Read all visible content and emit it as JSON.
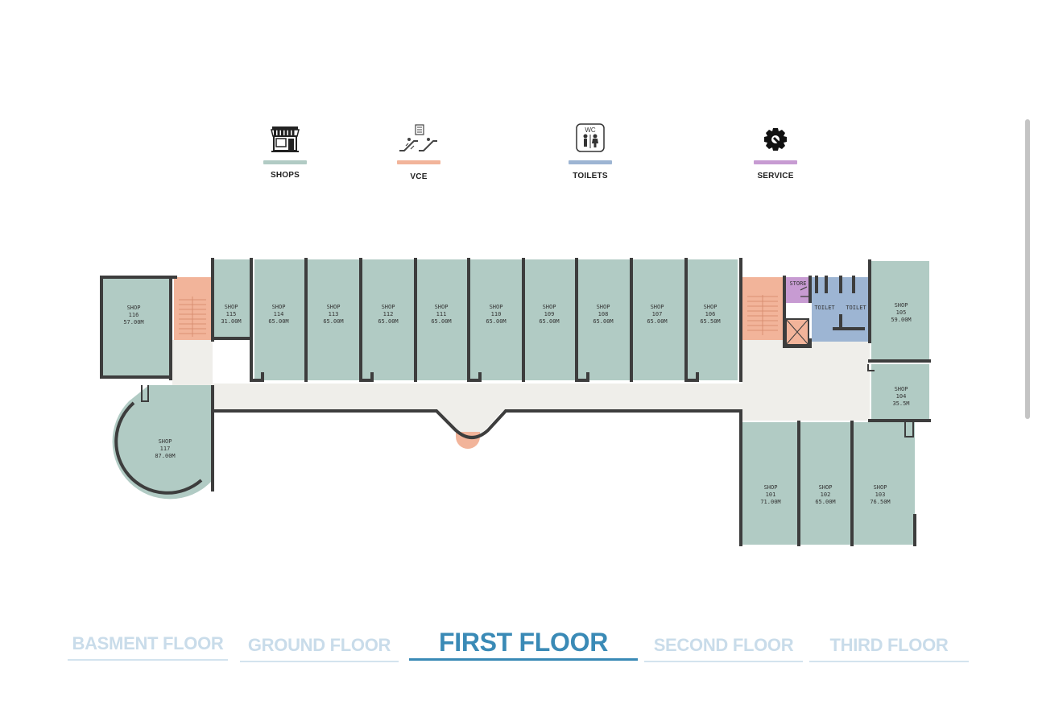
{
  "legend": [
    {
      "label": "SHOPS",
      "icon": "shop-icon",
      "color": "#b1cbc4"
    },
    {
      "label": "VCE",
      "icon": "escalator-icon",
      "color": "#f2b49a"
    },
    {
      "label": "TOILETS",
      "icon": "wc-icon",
      "color": "#9db5d3"
    },
    {
      "label": "SERVICE",
      "icon": "gear-icon",
      "color": "#c79bd2"
    }
  ],
  "colors": {
    "shop": "#b1cbc4",
    "vce": "#f2b49a",
    "toilet": "#9db5d3",
    "service": "#c79bd2",
    "corridor": "#efeeea",
    "wall": "#3d3d3d",
    "active": "#3a8ab6",
    "inactive": "#c9dcea"
  },
  "rooms": {
    "s116": {
      "name": "SHOP",
      "num": "116",
      "area": "57.00M"
    },
    "s115": {
      "name": "SHOP",
      "num": "115",
      "area": "31.00M"
    },
    "s114": {
      "name": "SHOP",
      "num": "114",
      "area": "65.00M"
    },
    "s113": {
      "name": "SHOP",
      "num": "113",
      "area": "65.00M"
    },
    "s112": {
      "name": "SHOP",
      "num": "112",
      "area": "65.00M"
    },
    "s111": {
      "name": "SHOP",
      "num": "111",
      "area": "65.00M"
    },
    "s110": {
      "name": "SHOP",
      "num": "110",
      "area": "65.00M"
    },
    "s109": {
      "name": "SHOP",
      "num": "109",
      "area": "65.00M"
    },
    "s108": {
      "name": "SHOP",
      "num": "108",
      "area": "65.00M"
    },
    "s107": {
      "name": "SHOP",
      "num": "107",
      "area": "65.00M"
    },
    "s106": {
      "name": "SHOP",
      "num": "106",
      "area": "65.50M"
    },
    "s105": {
      "name": "SHOP",
      "num": "105",
      "area": "59.00M"
    },
    "s104": {
      "name": "SHOP",
      "num": "104",
      "area": "35.5M"
    },
    "s117": {
      "name": "SHOP",
      "num": "117",
      "area": "87.00M"
    },
    "s101": {
      "name": "SHOP",
      "num": "101",
      "area": "71.00M"
    },
    "s102": {
      "name": "SHOP",
      "num": "102",
      "area": "65.00M"
    },
    "s103": {
      "name": "SHOP",
      "num": "103",
      "area": "76.50M"
    },
    "store": "STORE",
    "toilet1": "TOILET",
    "toilet2": "TOILET"
  },
  "floors": [
    {
      "label": "BASMENT FLOOR",
      "active": false
    },
    {
      "label": "GROUND FLOOR",
      "active": false
    },
    {
      "label": "FIRST FLOOR",
      "active": true
    },
    {
      "label": "SECOND FLOOR",
      "active": false
    },
    {
      "label": "THIRD FLOOR",
      "active": false
    }
  ]
}
